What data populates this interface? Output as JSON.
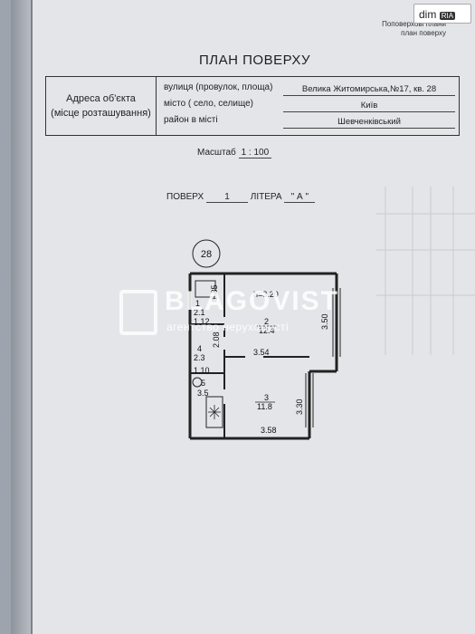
{
  "badge": {
    "dim": "dim",
    "ria": "RIA"
  },
  "header_note": {
    "line1": "Поповерхові плани",
    "line2": "план поверху"
  },
  "title": "ПЛАН ПОВЕРХУ",
  "address": {
    "label_line1": "Адреса об'єкта",
    "label_line2": "(місце розташування)",
    "street_label": "вулиця (провулок, площа)",
    "street_value": "Велика Житомирська,№17, кв. 28",
    "city_label": "місто ( село, селище)",
    "city_value": "Київ",
    "district_label": "район в місті",
    "district_value": "Шевченківський"
  },
  "scale": {
    "label": "Масштаб",
    "value": "1 : 100"
  },
  "floor": {
    "floor_label": "ПОВЕРХ",
    "floor_value": "1",
    "letter_label": "ЛІТЕРА",
    "letter_value": "\" А \""
  },
  "plan": {
    "apartment_number": "28",
    "ceiling_height": "h=3.20",
    "rooms": [
      {
        "number": "1",
        "area": "2.1"
      },
      {
        "number": "2",
        "area": "12.4"
      },
      {
        "number": "3",
        "area": "11.8"
      },
      {
        "number": "4",
        "area": "2.3"
      },
      {
        "number": "5",
        "area": "3.5"
      }
    ],
    "dimensions": {
      "d_185": "1.85",
      "d_112": "1.12",
      "d_208": "2.08",
      "d_110": "1.10",
      "d_350": "3.50",
      "d_354": "3.54",
      "d_330": "3.30",
      "d_358": "3.58"
    }
  },
  "watermark": {
    "brand": "BLAGOVIST",
    "subtitle": "агентство нерухомості"
  }
}
